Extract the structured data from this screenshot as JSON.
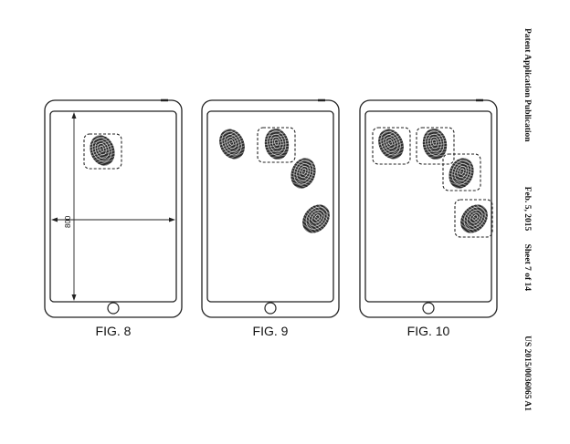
{
  "header": {
    "publication": "Patent Application Publication",
    "date": "Feb. 5, 2015",
    "sheet": "Sheet 7 of 14",
    "number": "US 2015/0036065 A1"
  },
  "figures": [
    {
      "label": "FIG. 8"
    },
    {
      "label": "FIG. 9"
    },
    {
      "label": "FIG. 10"
    }
  ],
  "reference_numerals": {
    "fig8_dimension": "800"
  }
}
